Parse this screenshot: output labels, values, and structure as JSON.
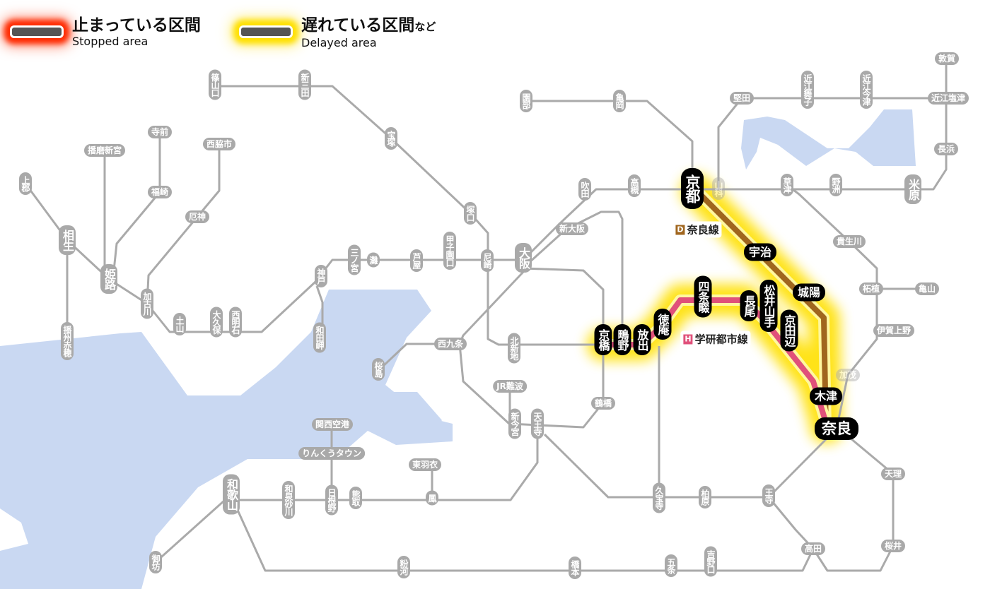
{
  "legend": {
    "stopped": {
      "ja": "止まっている区間",
      "en": "Stopped area",
      "color": "#ff2a00"
    },
    "delayed": {
      "ja": "遅れている区間",
      "ja_suffix": "など",
      "en": "Delayed area",
      "color": "#ffe000"
    }
  },
  "line_labels": [
    {
      "code": "D",
      "name": "奈良線",
      "color": "#a0661e"
    },
    {
      "code": "H",
      "name": "学研都市線",
      "color": "#e0507a"
    }
  ],
  "colors": {
    "track": "#aaaaaa",
    "water": "#c9d8f2",
    "nara_line": "#a0661e",
    "gakken_line": "#e0507a",
    "glow": "#ffe000"
  },
  "stations": [
    {
      "name": "篠山口"
    },
    {
      "name": "新三田"
    },
    {
      "name": "宝塚"
    },
    {
      "name": "寺前"
    },
    {
      "name": "播磨新宮"
    },
    {
      "name": "西脇市"
    },
    {
      "name": "上郡"
    },
    {
      "name": "福崎"
    },
    {
      "name": "厄神"
    },
    {
      "name": "塚口"
    },
    {
      "name": "相生"
    },
    {
      "name": "姫路"
    },
    {
      "name": "加古川"
    },
    {
      "name": "土山"
    },
    {
      "name": "大久保"
    },
    {
      "name": "西明石"
    },
    {
      "name": "神戸"
    },
    {
      "name": "三ノ宮"
    },
    {
      "name": "灘"
    },
    {
      "name": "芦屋"
    },
    {
      "name": "甲子園口"
    },
    {
      "name": "尼崎"
    },
    {
      "name": "大阪"
    },
    {
      "name": "和田岬"
    },
    {
      "name": "播州赤穂"
    },
    {
      "name": "西九条"
    },
    {
      "name": "桜島"
    },
    {
      "name": "北新地"
    },
    {
      "name": "新大阪"
    },
    {
      "name": "吹田"
    },
    {
      "name": "高槻"
    },
    {
      "name": "園部"
    },
    {
      "name": "亀岡"
    },
    {
      "name": "堅田"
    },
    {
      "name": "近江舞子"
    },
    {
      "name": "近江今津"
    },
    {
      "name": "敦賀"
    },
    {
      "name": "近江塩津"
    },
    {
      "name": "長浜"
    },
    {
      "name": "山科"
    },
    {
      "name": "草津"
    },
    {
      "name": "野洲"
    },
    {
      "name": "米原"
    },
    {
      "name": "貴生川"
    },
    {
      "name": "柘植"
    },
    {
      "name": "亀山"
    },
    {
      "name": "伊賀上野"
    },
    {
      "name": "加茂"
    },
    {
      "name": "JR難波"
    },
    {
      "name": "鶴橋"
    },
    {
      "name": "新今宮"
    },
    {
      "name": "天王寺"
    },
    {
      "name": "関西空港"
    },
    {
      "name": "りんくうタウン"
    },
    {
      "name": "東羽衣"
    },
    {
      "name": "和泉砂川"
    },
    {
      "name": "日根野"
    },
    {
      "name": "熊取"
    },
    {
      "name": "鳳"
    },
    {
      "name": "和歌山"
    },
    {
      "name": "久宝寺"
    },
    {
      "name": "柏原"
    },
    {
      "name": "王寺"
    },
    {
      "name": "天理"
    },
    {
      "name": "高田"
    },
    {
      "name": "桜井"
    },
    {
      "name": "御坊"
    },
    {
      "name": "粉河"
    },
    {
      "name": "橋本"
    },
    {
      "name": "五条"
    },
    {
      "name": "吉野口"
    },
    {
      "name": "京都"
    },
    {
      "name": "宇治"
    },
    {
      "name": "城陽"
    },
    {
      "name": "木津"
    },
    {
      "name": "奈良"
    },
    {
      "name": "京橋"
    },
    {
      "name": "鴫野"
    },
    {
      "name": "放出"
    },
    {
      "name": "徳庵"
    },
    {
      "name": "四条畷"
    },
    {
      "name": "長尾"
    },
    {
      "name": "松井山手"
    },
    {
      "name": "京田辺"
    }
  ]
}
